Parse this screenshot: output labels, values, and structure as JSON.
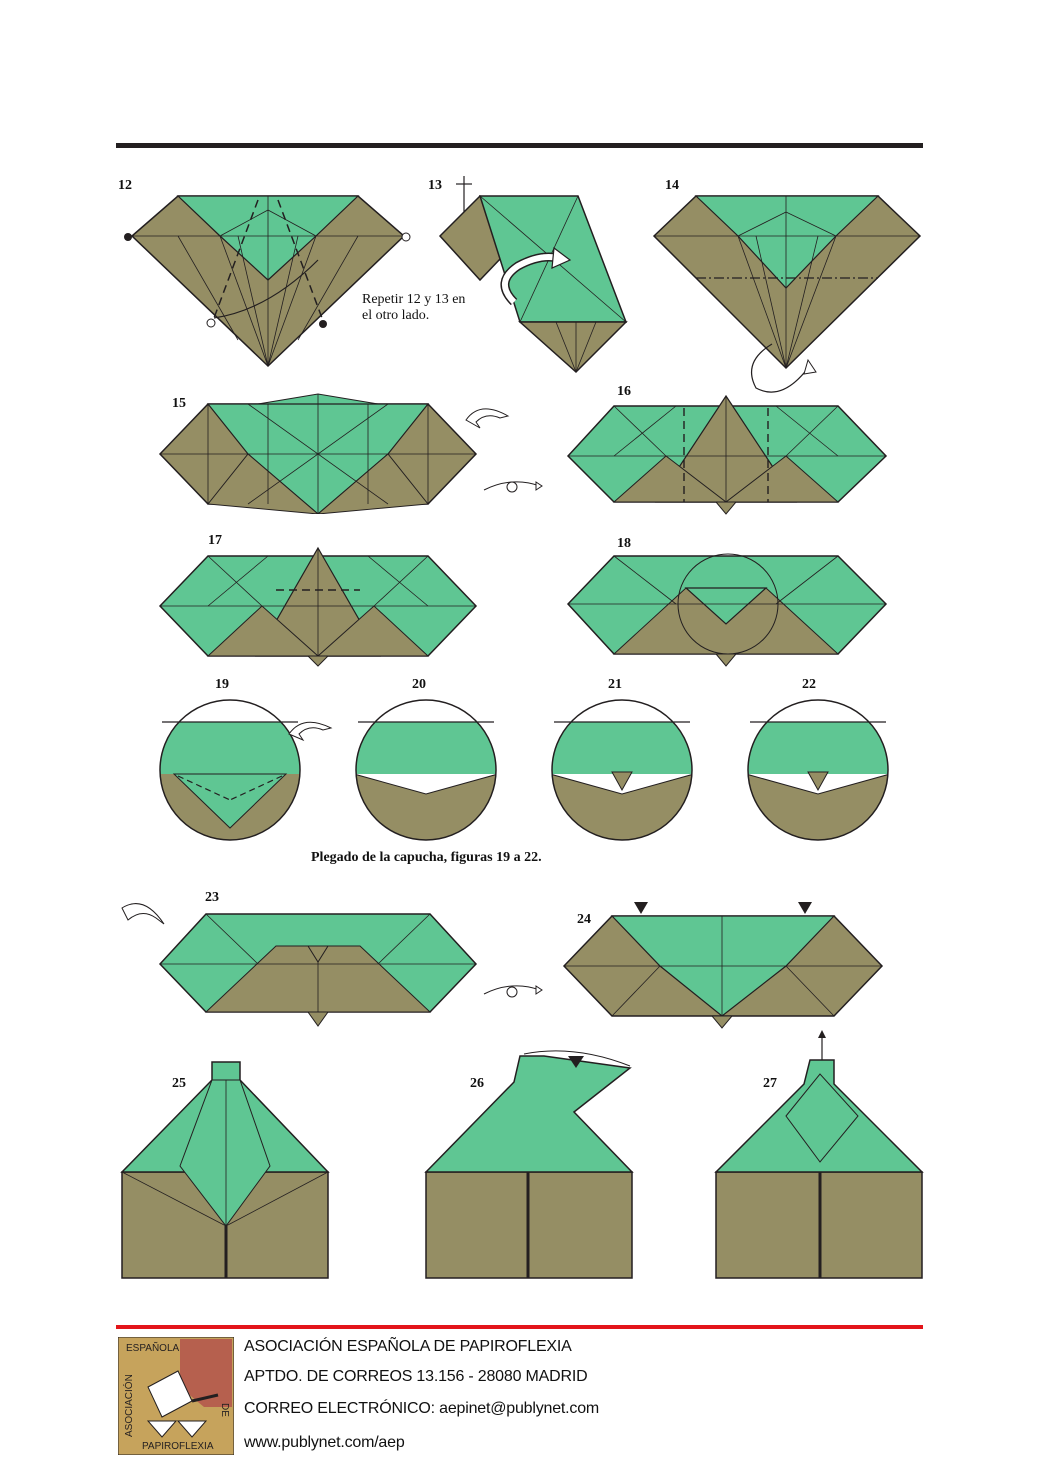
{
  "steps": {
    "s12": "12",
    "s13": "13",
    "s14": "14",
    "s15": "15",
    "s16": "16",
    "s17": "17",
    "s18": "18",
    "s19": "19",
    "s20": "20",
    "s21": "21",
    "s22": "22",
    "s23": "23",
    "s24": "24",
    "s25": "25",
    "s26": "26",
    "s27": "27"
  },
  "notes": {
    "repeat_line1": "Repetir 12 y 13 en",
    "repeat_line2": "el otro lado.",
    "hood_caption": "Plegado de la capucha, figuras 19 a 22."
  },
  "logo": {
    "top": "ESPAÑOLA",
    "left": "ASOCIACIÓN",
    "right": "DE",
    "bottom": "PAPIROFLEXIA"
  },
  "footer": {
    "line1": "ASOCIACIÓN ESPAÑOLA DE PAPIROFLEXIA",
    "line2": "APTDO. DE CORREOS 13.156 - 28080 MADRID",
    "line3": "CORREO ELECTRÓNICO: aepinet@publynet.com",
    "line4": "www.publynet.com/aep"
  },
  "colors": {
    "green": "#5fc693",
    "olive": "#958e64",
    "line": "#231f20",
    "accent_red": "#e3151a"
  }
}
